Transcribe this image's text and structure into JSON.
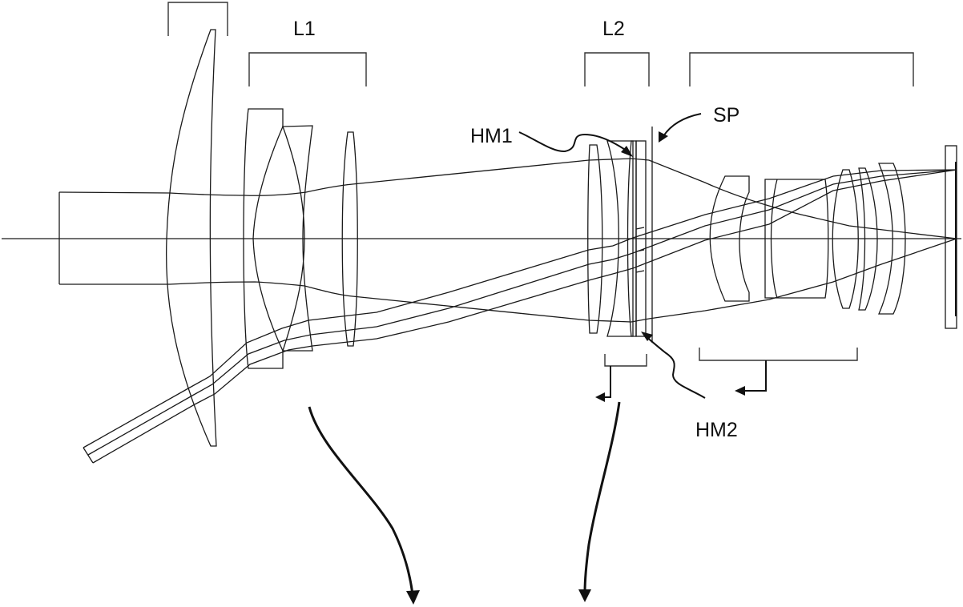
{
  "diagram": {
    "type": "optical lens cross-section with ray trace",
    "colors": {
      "line": "#1a1a1a",
      "background": "#ffffff"
    },
    "labels": {
      "l1": "L1",
      "l2": "L2",
      "hm1": "HM1",
      "hm2": "HM2",
      "sp": "SP"
    },
    "groups": [
      {
        "id": "front-element-group",
        "label": ""
      },
      {
        "id": "first-lens-group",
        "label": "L1"
      },
      {
        "id": "second-lens-group",
        "label": "L2"
      },
      {
        "id": "rear-lens-group",
        "label": ""
      }
    ],
    "annotations": [
      {
        "id": "hm1",
        "text": "HM1",
        "points_to": "front surface of half-mirror element in L2"
      },
      {
        "id": "hm2",
        "text": "HM2",
        "points_to": "rear surface of half-mirror element in L2"
      },
      {
        "id": "sp",
        "text": "SP",
        "points_to": "aperture stop"
      }
    ],
    "movement_arrows": [
      {
        "id": "l1-move-arrow",
        "direction": "down-right"
      },
      {
        "id": "l2-move-arrow",
        "direction": "down"
      },
      {
        "id": "sub-group-left-arrow",
        "direction": "left"
      },
      {
        "id": "rear-group-left-arrow",
        "direction": "left"
      }
    ]
  }
}
